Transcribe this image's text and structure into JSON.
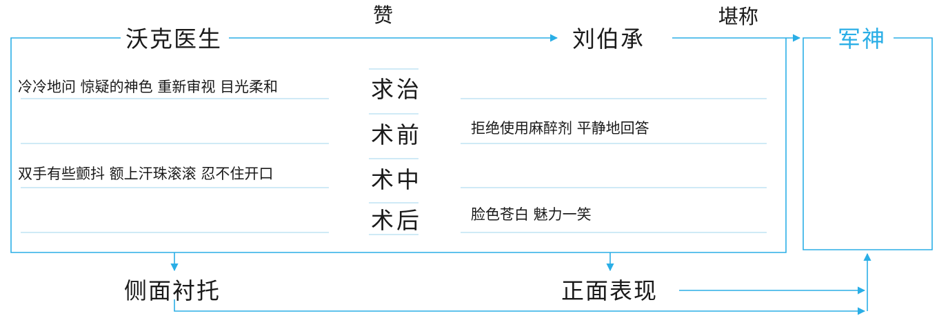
{
  "accent_color": "#2aaee6",
  "header": {
    "left_person": "沃克医生",
    "praise_label": "赞",
    "right_person": "刘伯承",
    "worthy_label": "堪称",
    "result": "军神"
  },
  "phases": [
    "求治",
    "术前",
    "术中",
    "术后"
  ],
  "walker_notes": [
    "冷冷地问 惊疑的神色 重新审视 目光柔和",
    "",
    "双手有些颤抖 额上汗珠滚滚 忍不住开口",
    ""
  ],
  "liu_notes": [
    "",
    "拒绝使用麻醉剂 平静地回答",
    "",
    "脸色苍白 魅力一笑"
  ],
  "bottom": {
    "side_label": "侧面衬托",
    "front_label": "正面表现"
  }
}
